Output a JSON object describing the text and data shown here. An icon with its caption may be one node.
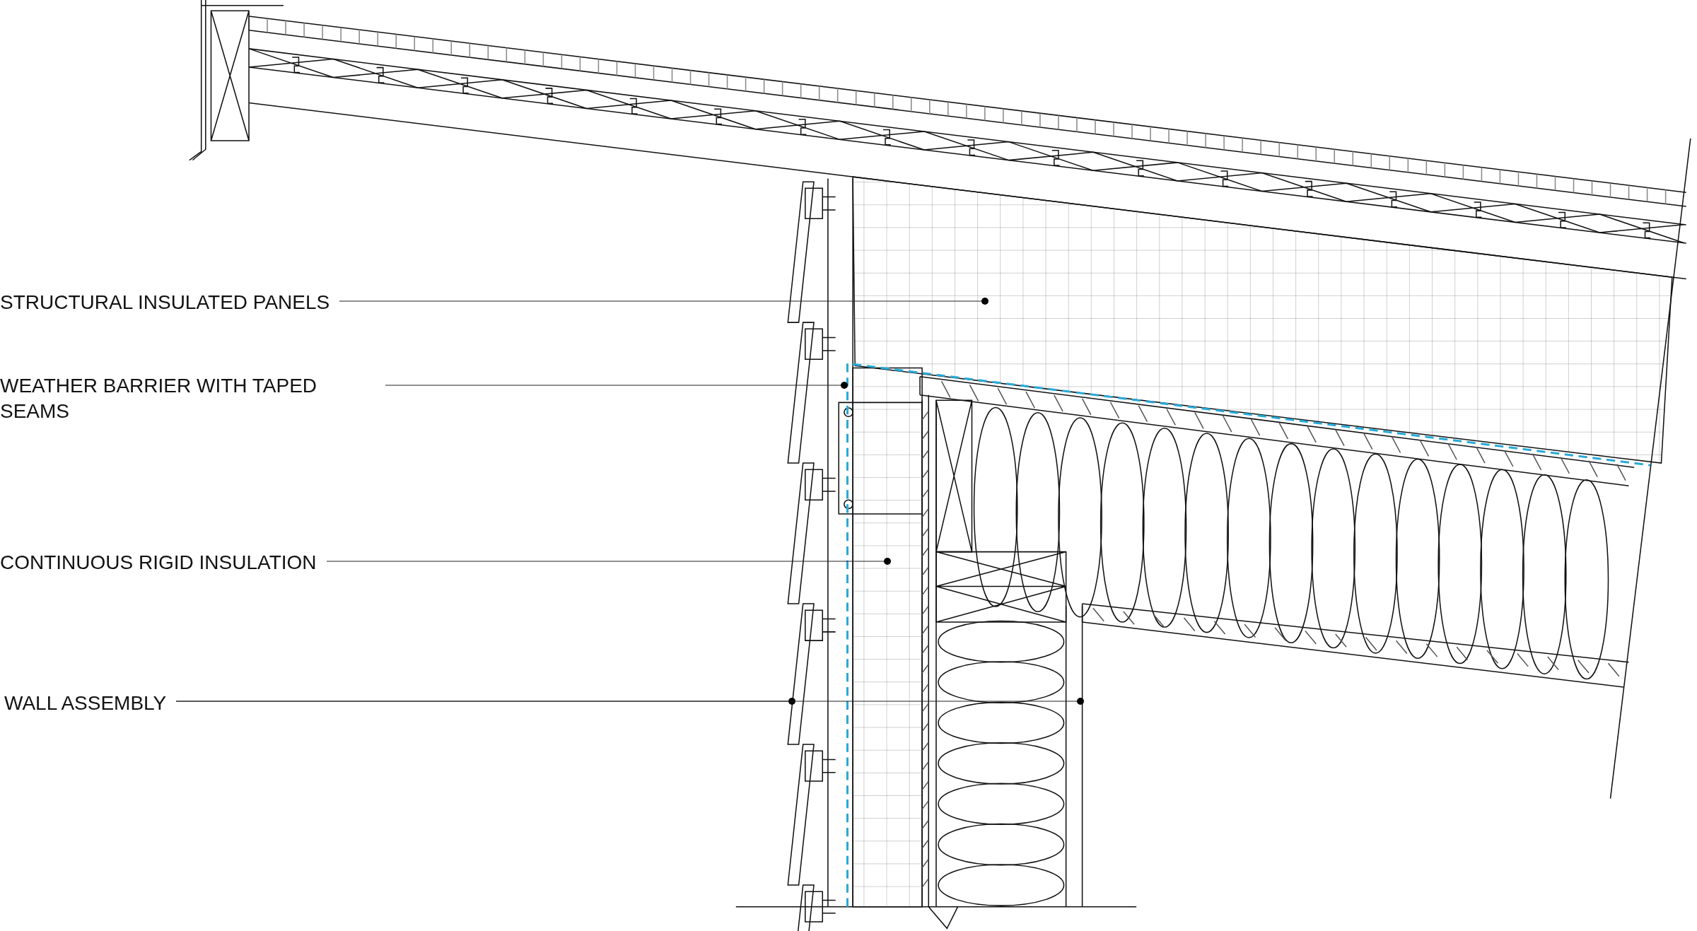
{
  "diagram": {
    "nodes": [
      {
        "text": [
          "STRUCTURAL INSULATED PANELS"
        ]
      },
      {
        "text": [
          "WEATHER BARRIER WITH TAPED SEAMS"
        ]
      },
      {
        "text": [
          "CONTINUOUS RIGID INSULATION"
        ]
      },
      {
        "text": [
          "WALL ASSEMBLY"
        ]
      }
    ],
    "edges": [
      {
        "from": 0,
        "to": null,
        "arrow": "other"
      },
      {
        "from": 1,
        "to": null,
        "arrow": "other"
      },
      {
        "from": 2,
        "to": null,
        "arrow": "other"
      },
      {
        "from": 3,
        "to": null,
        "arrow": "other"
      },
      {
        "from": 3,
        "to": null,
        "arrow": "other"
      }
    ]
  }
}
